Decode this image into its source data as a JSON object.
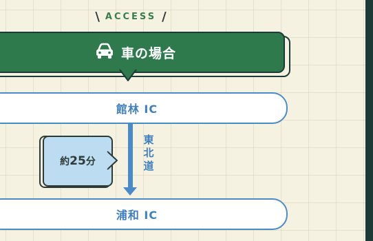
{
  "access": {
    "label": "ACCESS",
    "slash_left": "\\",
    "slash_right": "/"
  },
  "banner": {
    "title": "車の場合",
    "icon": "car-icon"
  },
  "route": {
    "start": "館林 IC",
    "end": "浦和 IC",
    "highway": [
      "東",
      "北",
      "道"
    ],
    "time": {
      "prefix": "約",
      "number": "25",
      "suffix": "分"
    }
  },
  "colors": {
    "background": "#f6f2e2",
    "banner_green": "#2e7a4c",
    "accent_blue": "#4a8ac8",
    "time_box": "#bcdcf2",
    "dark_outline": "#1c3a37"
  }
}
